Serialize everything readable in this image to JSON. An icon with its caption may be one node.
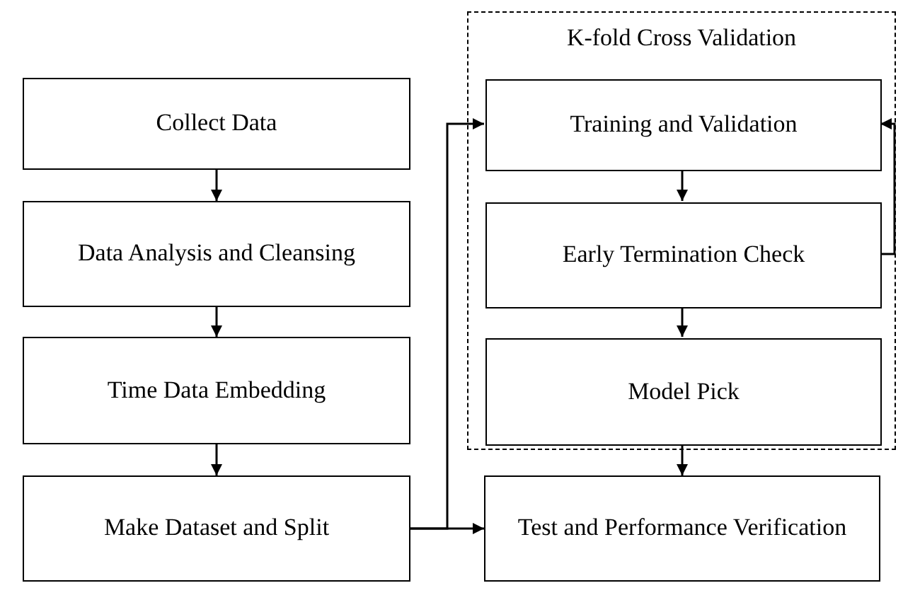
{
  "diagram": {
    "nodes": [
      {
        "text": [
          "Collect Data"
        ]
      },
      {
        "text": [
          "Data Analysis and Cleansing"
        ]
      },
      {
        "text": [
          "Time Data Embedding"
        ]
      },
      {
        "text": [
          "Make Dataset and Split"
        ]
      },
      {
        "text": [
          "K-fold Cross Validation"
        ]
      },
      {
        "text": [
          "Training and Validation"
        ],
        "in": 4
      },
      {
        "text": [
          "Early Termination Check"
        ],
        "in": 4
      },
      {
        "text": [
          "Model Pick"
        ],
        "in": 4
      },
      {
        "text": [
          "Test and Performance Verification"
        ]
      }
    ],
    "edges": [
      {
        "from": 0,
        "to": 1,
        "arrow": "to"
      },
      {
        "from": 1,
        "to": 2,
        "arrow": "to"
      },
      {
        "from": 2,
        "to": 3,
        "arrow": "to"
      },
      {
        "from": 3,
        "to": 5,
        "arrow": "to"
      },
      {
        "from": 3,
        "to": 8,
        "arrow": "to"
      },
      {
        "from": 5,
        "to": 6,
        "arrow": "to"
      },
      {
        "from": 6,
        "to": 7,
        "arrow": "to"
      },
      {
        "from": 7,
        "to": 8,
        "arrow": "to"
      },
      {
        "from": 6,
        "to": 5,
        "arrow": "to"
      }
    ]
  }
}
